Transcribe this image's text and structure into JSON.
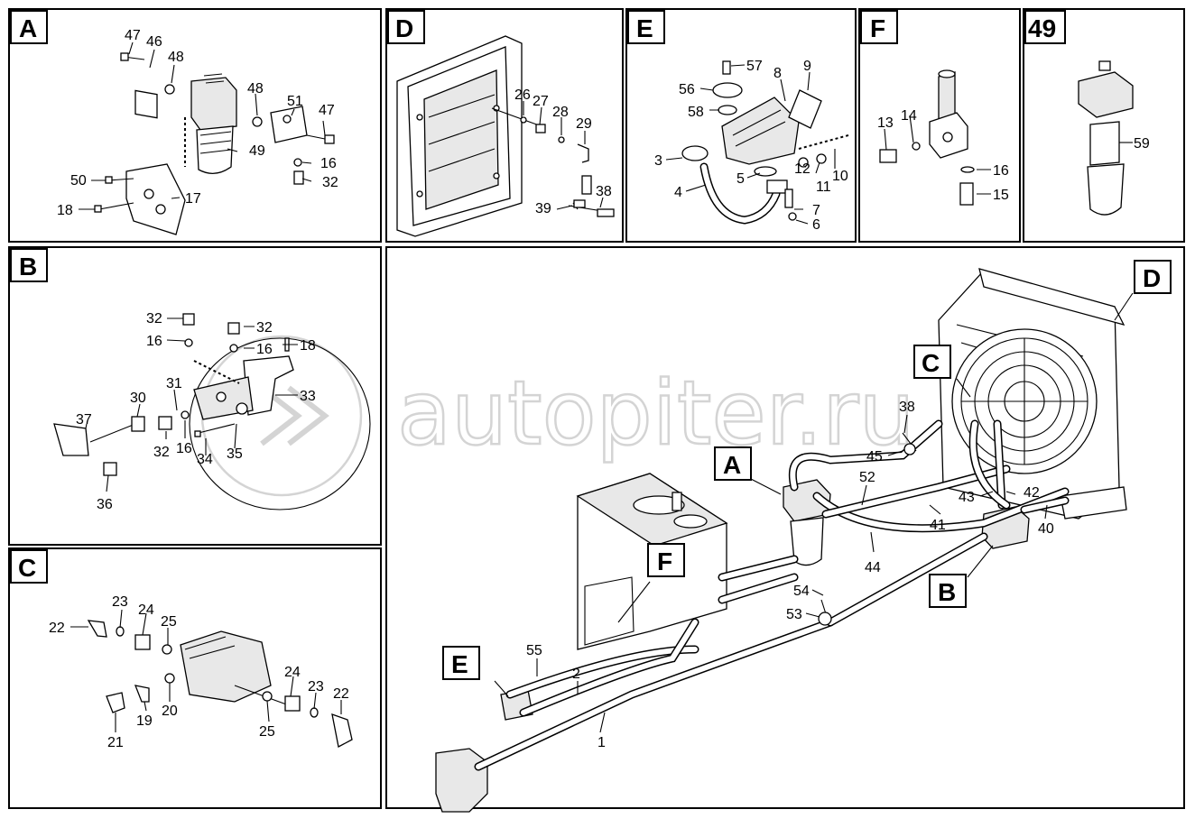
{
  "watermark": "autopiter.ru",
  "panels": {
    "A": {
      "title": "A",
      "labels": [
        "47",
        "46",
        "48",
        "48",
        "51",
        "47",
        "49",
        "16",
        "32",
        "50",
        "18",
        "17"
      ]
    },
    "D": {
      "title": "D",
      "labels": [
        "26",
        "27",
        "28",
        "29",
        "38",
        "39"
      ]
    },
    "E": {
      "title": "E",
      "labels": [
        "57",
        "8",
        "9",
        "56",
        "58",
        "3",
        "5",
        "12",
        "11",
        "10",
        "4",
        "7",
        "6"
      ]
    },
    "F": {
      "title": "F",
      "labels": [
        "13",
        "14",
        "16",
        "15"
      ]
    },
    "49": {
      "title": "49",
      "labels": [
        "59"
      ]
    },
    "B": {
      "title": "B",
      "labels": [
        "32",
        "16",
        "32",
        "16",
        "18",
        "33",
        "30",
        "31",
        "37",
        "32",
        "16",
        "34",
        "35",
        "36"
      ]
    },
    "C": {
      "title": "C",
      "labels": [
        "23",
        "24",
        "25",
        "22",
        "24",
        "23",
        "22",
        "19",
        "20",
        "25",
        "21"
      ]
    },
    "main": {
      "callouts": [
        "D",
        "C",
        "A",
        "F",
        "E",
        "B"
      ],
      "labels": [
        "38",
        "45",
        "52",
        "43",
        "42",
        "41",
        "40",
        "44",
        "54",
        "53",
        "55",
        "2",
        "1"
      ]
    }
  }
}
